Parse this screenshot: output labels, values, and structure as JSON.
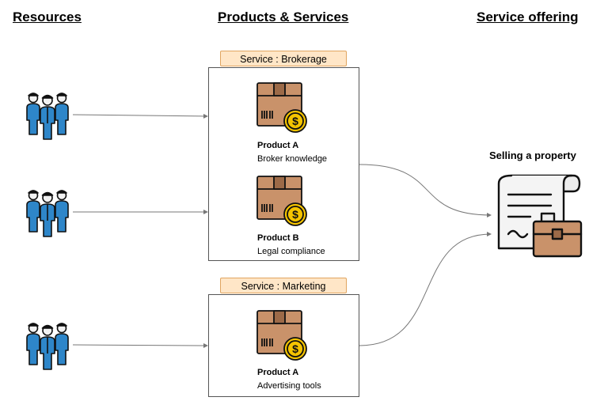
{
  "headings": {
    "resources": "Resources",
    "products_services": "Products & Services",
    "service_offering": "Service offering"
  },
  "services": [
    {
      "label": "Service : Brokerage",
      "products": [
        {
          "title": "Product A",
          "desc": "Broker knowledge"
        },
        {
          "title": "Product B",
          "desc": "Legal compliance"
        }
      ]
    },
    {
      "label": "Service : Marketing",
      "products": [
        {
          "title": "Product A",
          "desc": "Advertising tools"
        }
      ]
    }
  ],
  "offering": {
    "title": "Selling a property"
  },
  "icons": {
    "resource": "people-group-icon",
    "product": "product-box-icon",
    "offering": "contract-briefcase-icon"
  },
  "colors": {
    "people_fill": "#2e86c9",
    "box_fill": "#c9926a",
    "coin_fill": "#f5c400",
    "label_fill": "#ffe6c7",
    "label_border": "#e0a560",
    "briefcase_fill": "#c9926a"
  }
}
